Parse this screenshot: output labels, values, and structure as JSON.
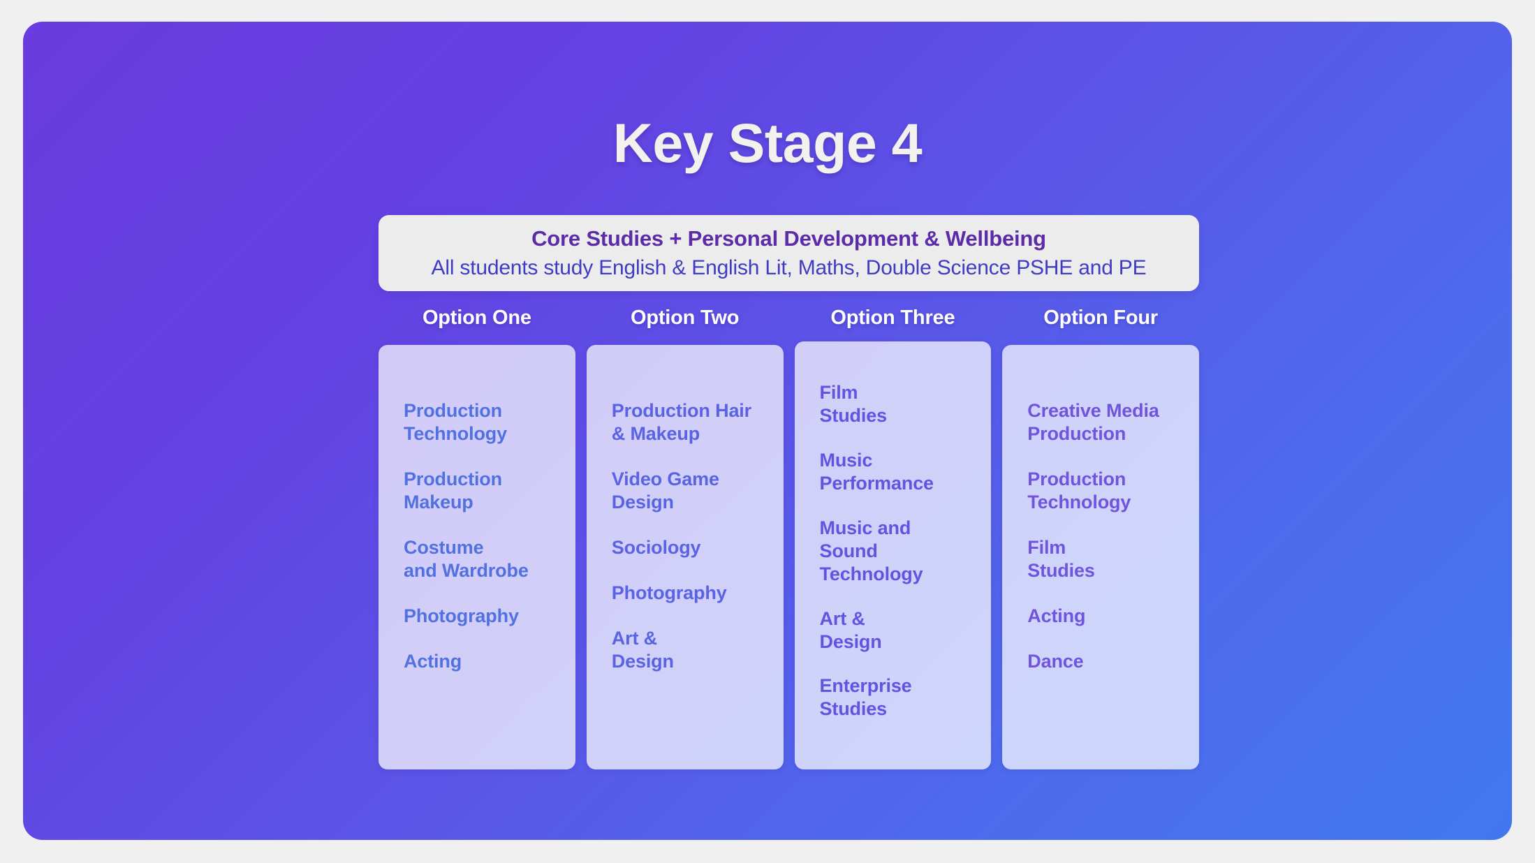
{
  "page": {
    "background_color": "#f0f0f0",
    "gradient_from": "#6a3ce0",
    "gradient_to": "#4277f0"
  },
  "title": "Key Stage 4",
  "core_banner": {
    "heading": "Core Studies + Personal Development & Wellbeing",
    "subheading": "All students study English & English Lit, Maths, Double Science PSHE and PE",
    "background_color": "#edecec",
    "heading_color": "#5b2ba8",
    "subheading_color": "#3f3bc4"
  },
  "options": [
    {
      "header": "Option One",
      "text_color": "#5271e0",
      "subjects": [
        "Production\nTechnology",
        "Production\nMakeup",
        "Costume\nand Wardrobe",
        "Photography",
        "Acting"
      ]
    },
    {
      "header": "Option Two",
      "text_color": "#5a63e2",
      "subjects": [
        "Production Hair\n& Makeup",
        "Video Game\nDesign",
        "Sociology",
        "Photography",
        "Art &\nDesign"
      ]
    },
    {
      "header": "Option Three",
      "text_color": "#6254e0",
      "subjects": [
        "Film\nStudies",
        "Music\nPerformance",
        "Music and Sound\nTechnology",
        "Art &\nDesign",
        "Enterprise\nStudies"
      ]
    },
    {
      "header": "Option Four",
      "text_color": "#7154de",
      "subjects": [
        "Creative Media\nProduction",
        "Production\nTechnology",
        "Film\nStudies",
        "Acting",
        "Dance"
      ]
    }
  ]
}
